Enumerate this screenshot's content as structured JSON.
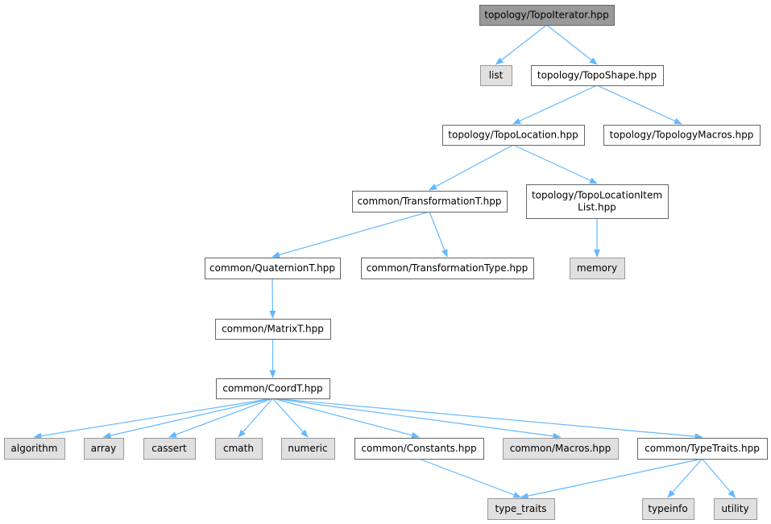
{
  "colors": {
    "edge": "#63b8ff",
    "root_fill": "#999999",
    "root_border": "#666666",
    "file_fill": "#ffffff",
    "file_border": "#666666",
    "system_fill": "#e0e0e0",
    "system_border": "#999999"
  },
  "nodes": [
    {
      "id": "topoiterator",
      "lines": [
        "topology/TopoIterator.hpp"
      ],
      "kind": "root"
    },
    {
      "id": "list",
      "lines": [
        "list"
      ],
      "kind": "system"
    },
    {
      "id": "toposhape",
      "lines": [
        "topology/TopoShape.hpp"
      ],
      "kind": "file"
    },
    {
      "id": "topolocation",
      "lines": [
        "topology/TopoLocation.hpp"
      ],
      "kind": "file"
    },
    {
      "id": "topologymacros",
      "lines": [
        "topology/TopologyMacros.hpp"
      ],
      "kind": "file"
    },
    {
      "id": "transformationt",
      "lines": [
        "common/TransformationT.hpp"
      ],
      "kind": "file"
    },
    {
      "id": "topolocationitemlist",
      "lines": [
        "topology/TopoLocationItem",
        "List.hpp"
      ],
      "kind": "file"
    },
    {
      "id": "quaterniont",
      "lines": [
        "common/QuaternionT.hpp"
      ],
      "kind": "file"
    },
    {
      "id": "transformationtype",
      "lines": [
        "common/TransformationType.hpp"
      ],
      "kind": "file"
    },
    {
      "id": "memory",
      "lines": [
        "memory"
      ],
      "kind": "system"
    },
    {
      "id": "matrixt",
      "lines": [
        "common/MatrixT.hpp"
      ],
      "kind": "file"
    },
    {
      "id": "coordt",
      "lines": [
        "common/CoordT.hpp"
      ],
      "kind": "file"
    },
    {
      "id": "algorithm",
      "lines": [
        "algorithm"
      ],
      "kind": "system"
    },
    {
      "id": "array",
      "lines": [
        "array"
      ],
      "kind": "system"
    },
    {
      "id": "cassert",
      "lines": [
        "cassert"
      ],
      "kind": "system"
    },
    {
      "id": "cmath",
      "lines": [
        "cmath"
      ],
      "kind": "system"
    },
    {
      "id": "numeric",
      "lines": [
        "numeric"
      ],
      "kind": "system"
    },
    {
      "id": "constants",
      "lines": [
        "common/Constants.hpp"
      ],
      "kind": "file"
    },
    {
      "id": "macros",
      "lines": [
        "common/Macros.hpp"
      ],
      "kind": "system"
    },
    {
      "id": "typetraits",
      "lines": [
        "common/TypeTraits.hpp"
      ],
      "kind": "file"
    },
    {
      "id": "type_traits",
      "lines": [
        "type_traits"
      ],
      "kind": "system"
    },
    {
      "id": "typeinfo",
      "lines": [
        "typeinfo"
      ],
      "kind": "system"
    },
    {
      "id": "utility",
      "lines": [
        "utility"
      ],
      "kind": "system"
    }
  ],
  "edges": [
    {
      "from": "topoiterator",
      "to": "list"
    },
    {
      "from": "topoiterator",
      "to": "toposhape"
    },
    {
      "from": "toposhape",
      "to": "topolocation"
    },
    {
      "from": "toposhape",
      "to": "topologymacros"
    },
    {
      "from": "topolocation",
      "to": "transformationt"
    },
    {
      "from": "topolocation",
      "to": "topolocationitemlist"
    },
    {
      "from": "transformationt",
      "to": "quaterniont"
    },
    {
      "from": "transformationt",
      "to": "transformationtype"
    },
    {
      "from": "topolocationitemlist",
      "to": "memory"
    },
    {
      "from": "quaterniont",
      "to": "matrixt"
    },
    {
      "from": "matrixt",
      "to": "coordt"
    },
    {
      "from": "coordt",
      "to": "algorithm"
    },
    {
      "from": "coordt",
      "to": "array"
    },
    {
      "from": "coordt",
      "to": "cassert"
    },
    {
      "from": "coordt",
      "to": "cmath"
    },
    {
      "from": "coordt",
      "to": "numeric"
    },
    {
      "from": "coordt",
      "to": "constants"
    },
    {
      "from": "coordt",
      "to": "macros"
    },
    {
      "from": "coordt",
      "to": "typetraits"
    },
    {
      "from": "constants",
      "to": "type_traits"
    },
    {
      "from": "typetraits",
      "to": "type_traits"
    },
    {
      "from": "typetraits",
      "to": "typeinfo"
    },
    {
      "from": "typetraits",
      "to": "utility"
    }
  ]
}
